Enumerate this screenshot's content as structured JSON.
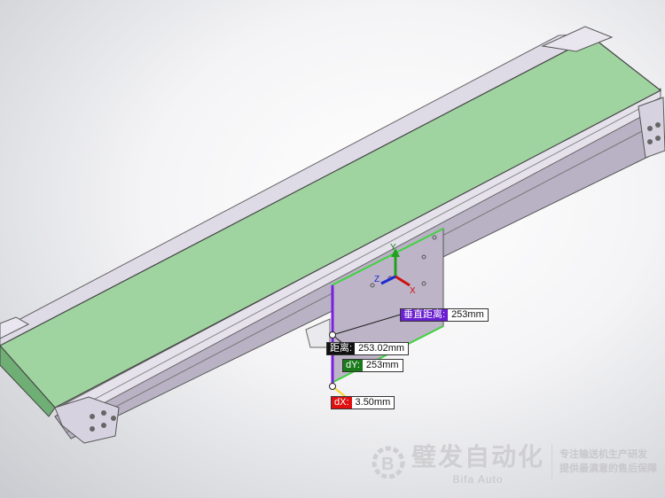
{
  "measurements": {
    "vertical_distance": {
      "label": "垂直距离:",
      "value": "253mm",
      "color": "#6a1fd0"
    },
    "distance": {
      "label": "距离:",
      "value": "253.02mm",
      "color": "#111111"
    },
    "dy": {
      "label": "dY:",
      "value": "253mm",
      "color": "#1a7a1a"
    },
    "dx": {
      "label": "dX:",
      "value": "3.50mm",
      "color": "#e01010"
    }
  },
  "triad": {
    "x": "X",
    "y": "Y",
    "z": "Z"
  },
  "watermark": {
    "brand_cn": "璧发自动化",
    "brand_en": "Bifa Auto",
    "slogan_1": "专注输送机生产研发",
    "slogan_2": "提供最满意的售后保障"
  },
  "colors": {
    "belt": "#9fd4a0",
    "frame": "#c9c3d6",
    "plate": "#bdb4c8"
  }
}
